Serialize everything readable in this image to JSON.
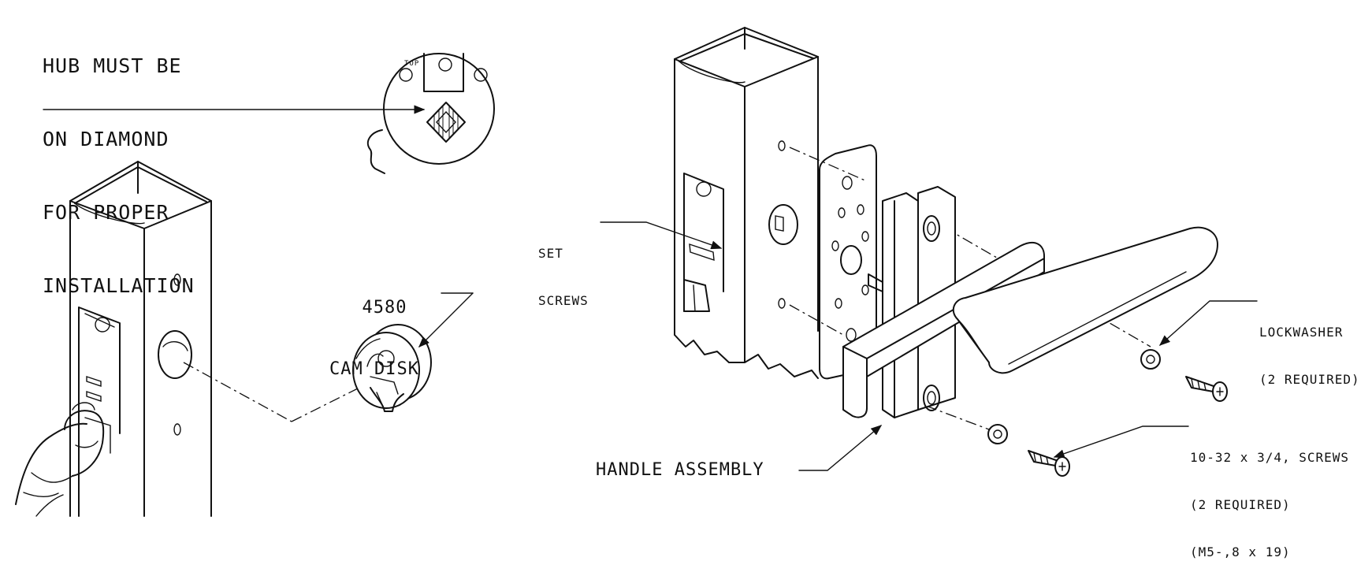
{
  "labels": {
    "hub_note": [
      "HUB MUST BE",
      "ON DIAMOND",
      "FOR PROPER",
      "INSTALLATION"
    ],
    "top_mark": "TOP",
    "cam_disk": [
      "4580",
      "CAM DISK"
    ],
    "set_screws": [
      "SET",
      "SCREWS"
    ],
    "lockwasher": [
      "LOCKWASHER",
      "(2 REQUIRED)"
    ],
    "screws": [
      "10-32 x 3/4, SCREWS",
      "(2 REQUIRED)",
      "(M5-,8 x 19)"
    ],
    "handle_assembly": "HANDLE ASSEMBLY"
  },
  "colors": {
    "ink": "#111111",
    "paper": "#ffffff"
  }
}
